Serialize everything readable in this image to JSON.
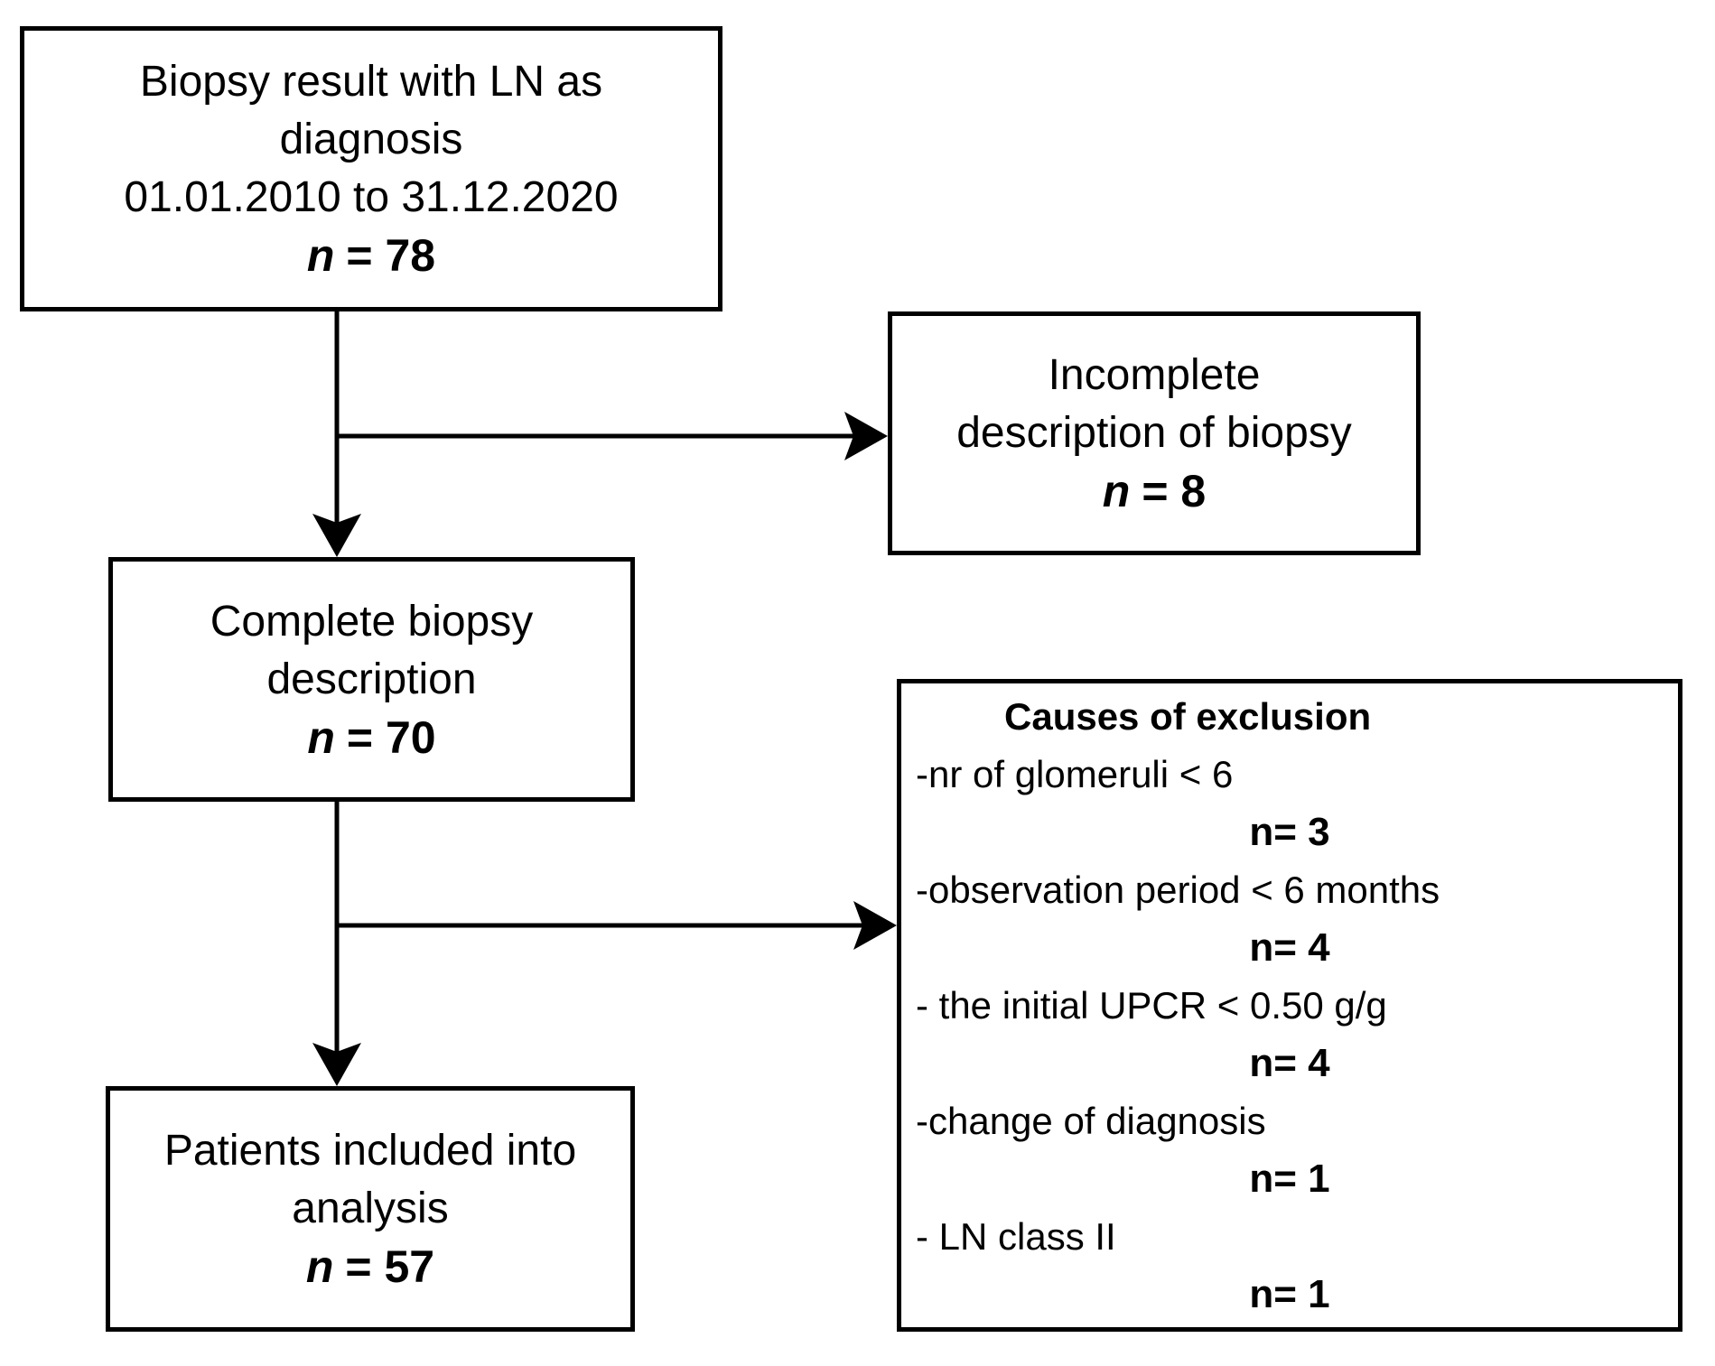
{
  "figure": {
    "background": "#ffffff",
    "line_color": "#000000",
    "text_color": "#000000"
  },
  "boxes": {
    "biopsy_result": {
      "lines": [
        "Biopsy result with LN as",
        "diagnosis",
        "01.01.2010 to 31.12.2020"
      ],
      "n_label": "n",
      "n_value": "= 78"
    },
    "incomplete_description": {
      "lines": [
        "Incomplete",
        "description of biopsy"
      ],
      "n_label": "n",
      "n_value": "= 8"
    },
    "complete_description": {
      "lines": [
        "Complete biopsy",
        "description"
      ],
      "n_label": "n",
      "n_value": "= 70"
    },
    "causes_of_exclusion": {
      "title": "Causes of exclusion",
      "items": [
        {
          "cause": "-nr of glomeruli < 6",
          "n_label": "n",
          "n_value": "= 3"
        },
        {
          "cause": "-observation period < 6 months",
          "n_label": "n",
          "n_value": "= 4"
        },
        {
          "cause": "- the initial UPCR < 0.50 g/g",
          "n_label": "n",
          "n_value": "= 4"
        },
        {
          "cause": "-change of diagnosis",
          "n_label": "n",
          "n_value": "= 1"
        },
        {
          "cause": "- LN class II",
          "n_label": "n",
          "n_value": "= 1"
        }
      ]
    },
    "included_patients": {
      "lines": [
        "Patients included into",
        "analysis"
      ],
      "n_label": "n",
      "n_value": "= 57"
    }
  }
}
